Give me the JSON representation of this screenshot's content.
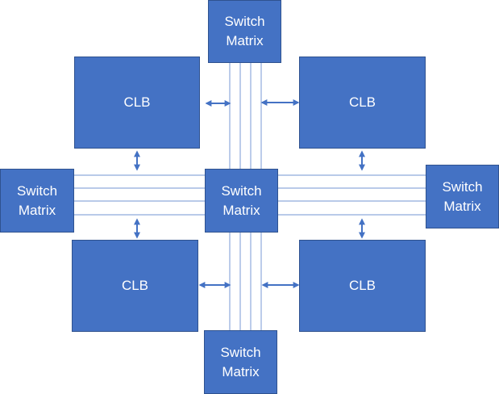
{
  "colors": {
    "block_fill": "#4472C4",
    "block_border": "#2F528F",
    "wire": "#8FAADC",
    "arrow": "#4472C4",
    "label": "#FFFFFF"
  },
  "blocks": {
    "clb_top_left": "CLB",
    "clb_top_right": "CLB",
    "clb_bottom_left": "CLB",
    "clb_bottom_right": "CLB",
    "sm_top": "Switch\nMatrix",
    "sm_left": "Switch\nMatrix",
    "sm_center": "Switch\nMatrix",
    "sm_right": "Switch\nMatrix",
    "sm_bottom": "Switch\nMatrix"
  }
}
